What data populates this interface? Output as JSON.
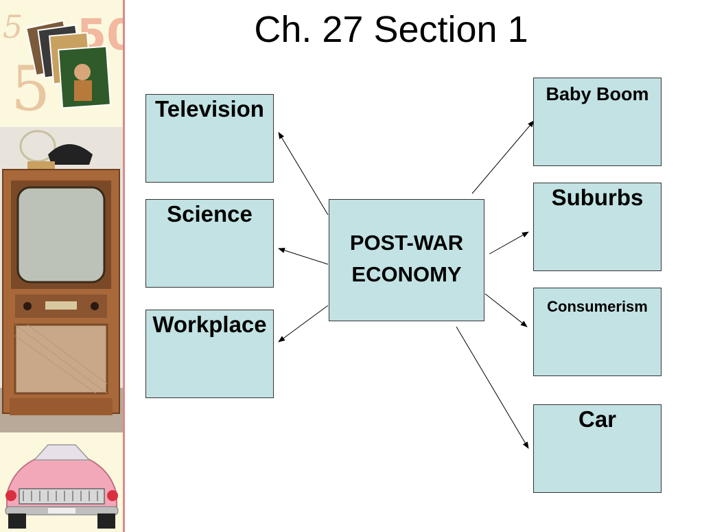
{
  "title": "Ch. 27 Section 1",
  "center": {
    "line1": "POST-WAR",
    "line2": "ECONOMY"
  },
  "left_boxes": [
    "Television",
    "Science",
    "Workplace"
  ],
  "right_boxes": [
    "Baby Boom",
    "Suburbs",
    "Consumerism",
    "Car"
  ],
  "colors": {
    "box_fill": "#c2e2e3",
    "sidebar_bg": "#fbf8de",
    "sidebar_rule": "#d98a8a"
  },
  "images": [
    "fifties-collage-icon",
    "vintage-television-icon",
    "pink-cadillac-icon"
  ]
}
